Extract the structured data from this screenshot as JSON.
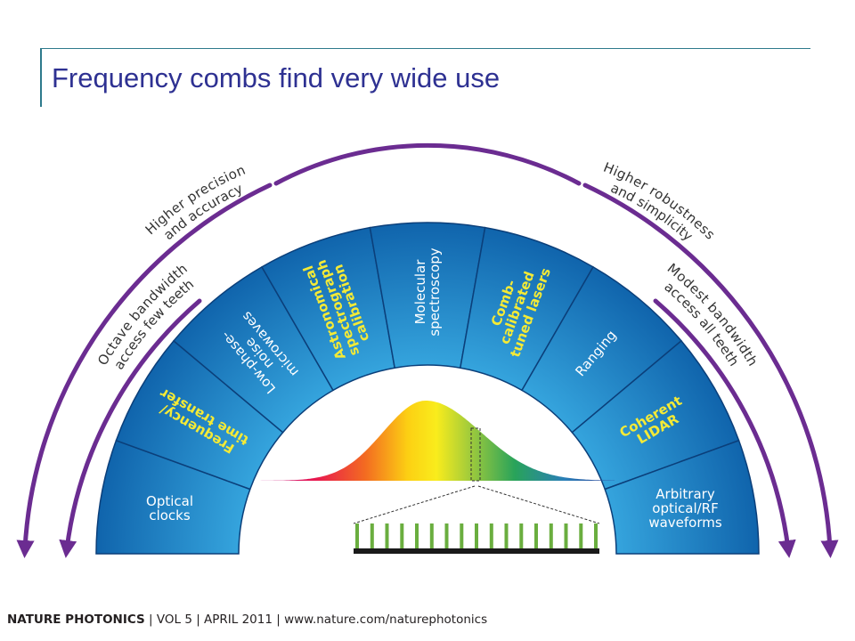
{
  "slide": {
    "title": "Frequency combs find very wide use"
  },
  "colors": {
    "title": "#2e3192",
    "segment_fill_dark": "#0d5fa8",
    "segment_fill_light": "#35a4dd",
    "arrow": "#6b2c91",
    "highlight_text": "#f4ea36",
    "comb_teeth": "#6aae3f"
  },
  "segments": [
    {
      "label_lines": [
        "Optical",
        "clocks"
      ],
      "highlight": false
    },
    {
      "label_lines": [
        "Frequency/",
        "time transfer"
      ],
      "highlight": true
    },
    {
      "label_lines": [
        "Low-phase-",
        "noise",
        "microwaves"
      ],
      "highlight": false
    },
    {
      "label_lines": [
        "Astronomical",
        "spectrograph",
        "calibration"
      ],
      "highlight": true
    },
    {
      "label_lines": [
        "Molecular",
        "spectroscopy"
      ],
      "highlight": false
    },
    {
      "label_lines": [
        "Comb-",
        "calibrated",
        "tuned lasers"
      ],
      "highlight": true
    },
    {
      "label_lines": [
        "Ranging"
      ],
      "highlight": false
    },
    {
      "label_lines": [
        "Coherent",
        "LIDAR"
      ],
      "highlight": true
    },
    {
      "label_lines": [
        "Arbitrary",
        "optical/RF",
        "waveforms"
      ],
      "highlight": false
    }
  ],
  "arrows": {
    "outer_left": [
      "Higher precision",
      "and accuracy"
    ],
    "outer_right": [
      "Higher robustness",
      "and simplicity"
    ],
    "inner_left": [
      "Octave bandwidth",
      "access few teeth"
    ],
    "inner_right": [
      "Modest bandwidth",
      "access all teeth"
    ]
  },
  "spectrum": {
    "comb_tooth_count": 17
  },
  "footer": {
    "journal": "NATURE PHOTONICS",
    "rest": " | VOL 5 | APRIL 2011 | www.nature.com/naturephotonics"
  }
}
